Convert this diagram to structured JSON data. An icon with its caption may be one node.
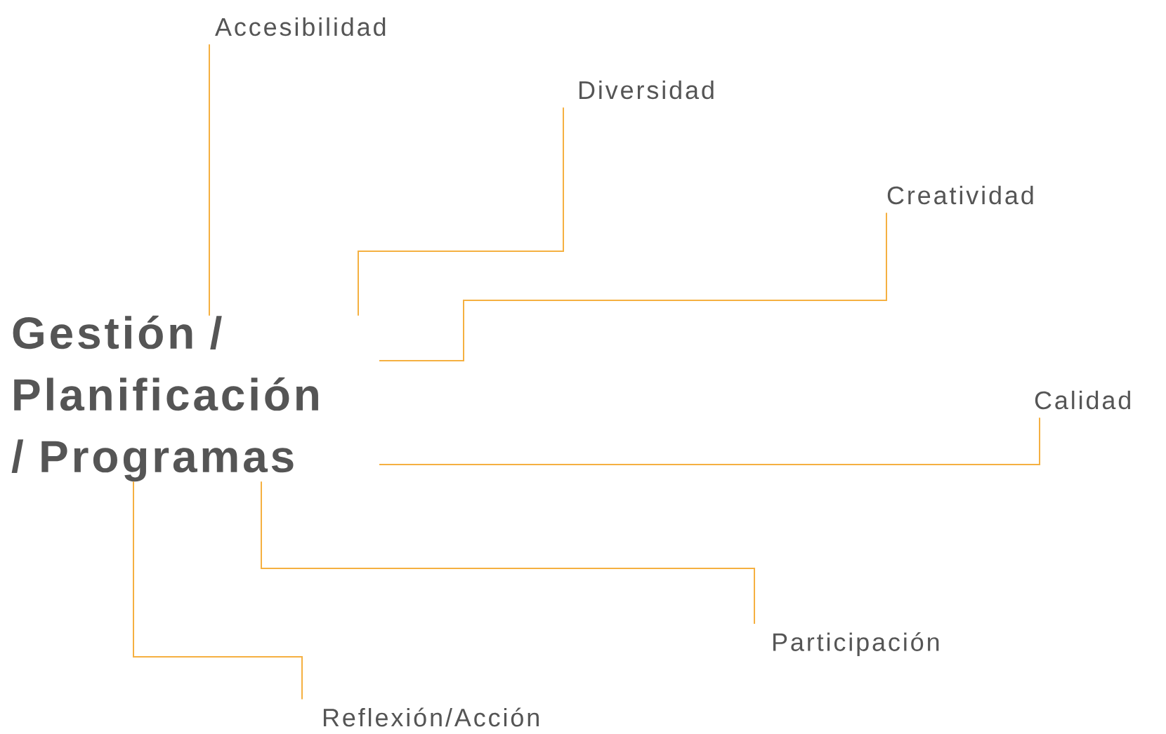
{
  "diagram": {
    "nodes": [
      {
        "text": [
          "Gestión / Planificación / Programas"
        ]
      },
      {
        "text": [
          "Accesibilidad"
        ]
      },
      {
        "text": [
          "Diversidad"
        ]
      },
      {
        "text": [
          "Creatividad"
        ]
      },
      {
        "text": [
          "Calidad"
        ]
      },
      {
        "text": [
          "Participación"
        ]
      },
      {
        "text": [
          "Reflexión/Acción"
        ]
      }
    ],
    "edges": [
      {
        "from": 0,
        "to": 1,
        "arrow": "none"
      },
      {
        "from": 0,
        "to": 2,
        "arrow": "none"
      },
      {
        "from": 0,
        "to": 3,
        "arrow": "none"
      },
      {
        "from": 0,
        "to": 4,
        "arrow": "none"
      },
      {
        "from": 0,
        "to": 5,
        "arrow": "none"
      },
      {
        "from": 0,
        "to": 6,
        "arrow": "none"
      }
    ]
  }
}
